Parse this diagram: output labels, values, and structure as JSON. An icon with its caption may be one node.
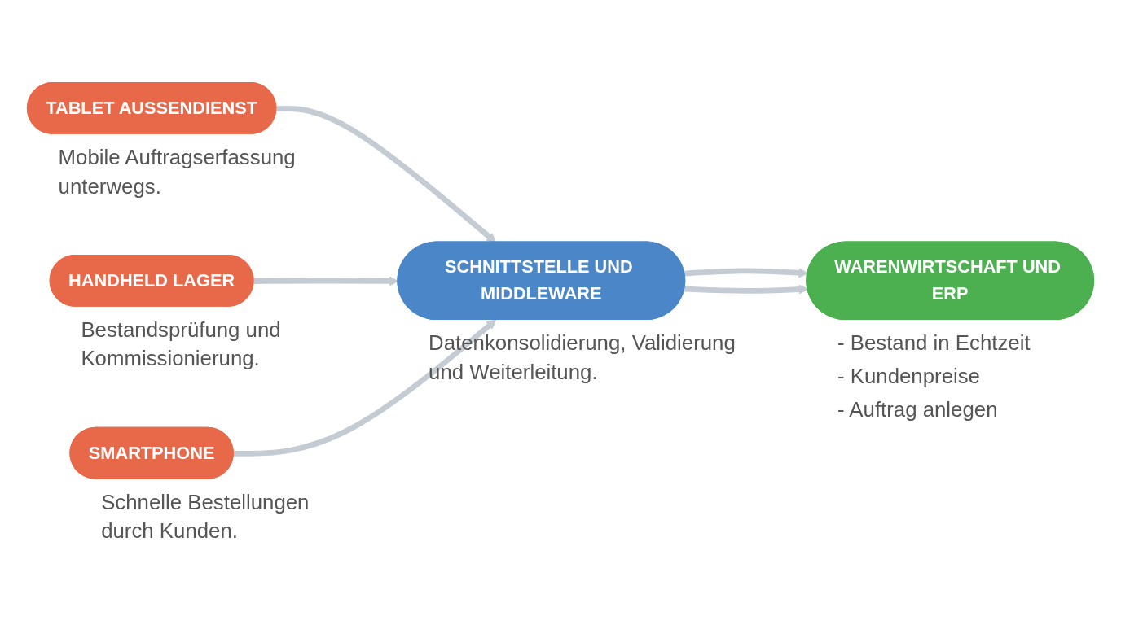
{
  "diagram": {
    "nodes": [
      {
        "text": [
          "TABLET AUSSENDIENST"
        ],
        "beside": [
          "Mobile Auftragserfassung unterwegs."
        ]
      },
      {
        "text": [
          "HANDHELD LAGER"
        ],
        "beside": [
          "Bestandsprüfung und Kommissionierung."
        ]
      },
      {
        "text": [
          "SMARTPHONE"
        ],
        "beside": [
          "Schnelle Bestellungen durch Kunden."
        ]
      },
      {
        "text": [
          "SCHNITTSTELLE UND MIDDLEWARE"
        ],
        "beside": [
          "Datenkonsolidierung, Validierung und Weiterleitung."
        ]
      },
      {
        "text": [
          "WARENWIRTSCHAFT UND ERP"
        ],
        "beside": [
          "- Bestand in Echtzeit",
          "- Kundenpreise",
          "- Auftrag anlegen"
        ]
      }
    ],
    "edges": [
      {
        "from": 0,
        "to": 3,
        "arrow": "to"
      },
      {
        "from": 1,
        "to": 3,
        "arrow": "to"
      },
      {
        "from": 2,
        "to": 3,
        "arrow": "to"
      },
      {
        "from": 3,
        "to": 4,
        "arrow": "to"
      },
      {
        "from": 3,
        "to": 4,
        "arrow": "to"
      }
    ]
  }
}
